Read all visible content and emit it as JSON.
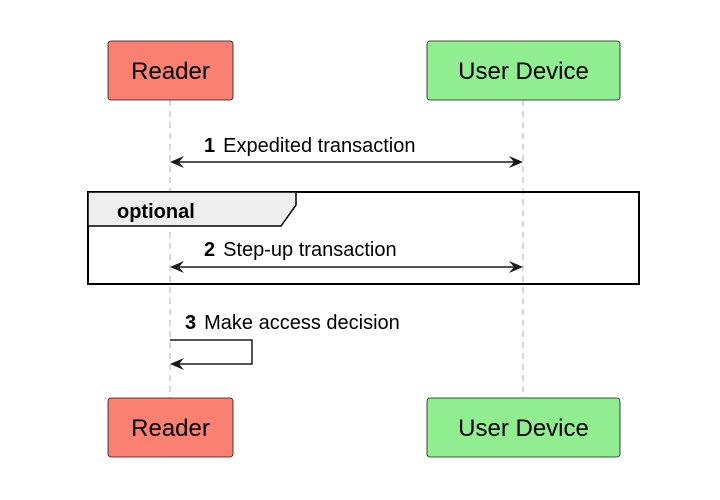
{
  "participants": {
    "reader": {
      "label": "Reader",
      "color": "#fa8072"
    },
    "device": {
      "label": "User Device",
      "color": "#90ee90"
    }
  },
  "messages": [
    {
      "number": "1",
      "text": "Expedited transaction",
      "kind": "bidirectional"
    },
    {
      "number": "2",
      "text": "Step-up transaction",
      "kind": "bidirectional"
    },
    {
      "number": "3",
      "text": "Make access decision",
      "kind": "self"
    }
  ],
  "fragment": {
    "label": "optional"
  }
}
